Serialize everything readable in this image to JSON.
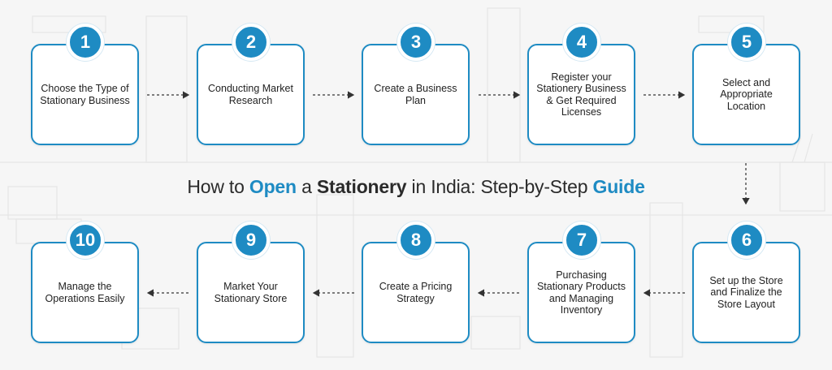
{
  "title": {
    "part1": "How to ",
    "part2": "Open",
    "part3": " a ",
    "part4": "Stationery",
    "part5": " in India: Step-by-Step ",
    "part6": "Guide"
  },
  "colors": {
    "accent": "#1e8bc3",
    "text": "#222222",
    "background": "#f6f6f6"
  },
  "steps": [
    {
      "number": "1",
      "label": "Choose the Type of Stationary Business"
    },
    {
      "number": "2",
      "label": "Conducting Market Research"
    },
    {
      "number": "3",
      "label": "Create a Business Plan"
    },
    {
      "number": "4",
      "label": "Register your Stationery Business & Get Required Licenses"
    },
    {
      "number": "5",
      "label": "Select and Appropriate Location"
    },
    {
      "number": "6",
      "label": "Set up the Store and Finalize the Store Layout"
    },
    {
      "number": "7",
      "label": "Purchasing Stationary Products and Managing Inventory"
    },
    {
      "number": "8",
      "label": "Create a Pricing Strategy"
    },
    {
      "number": "9",
      "label": "Market Your Stationary Store"
    },
    {
      "number": "10",
      "label": "Manage the Operations Easily"
    }
  ]
}
